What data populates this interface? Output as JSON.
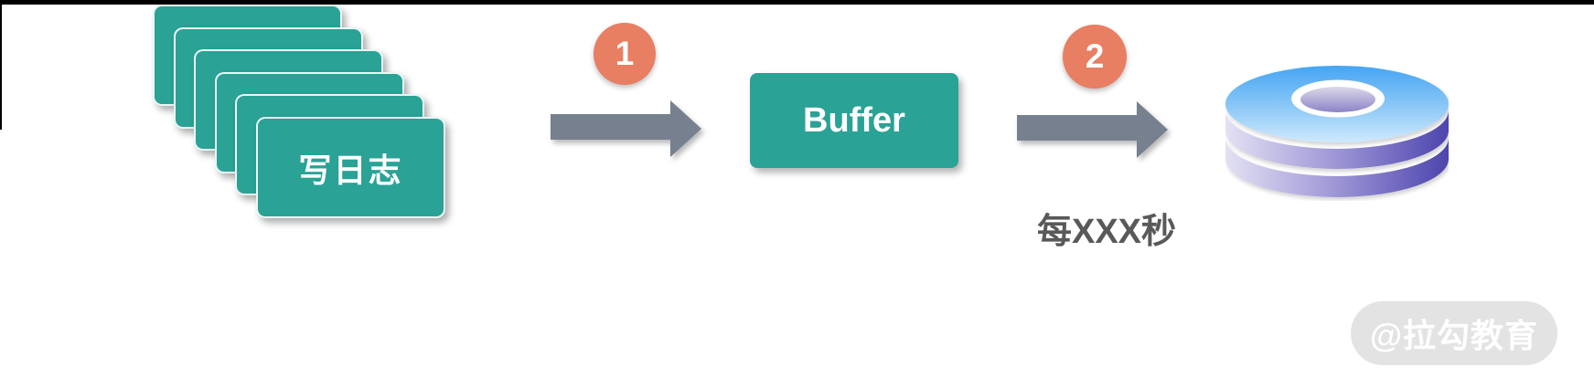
{
  "diagram": {
    "title_hint": "log write buffering flow",
    "log_stack": {
      "label": "写日志",
      "card_count": 6
    },
    "flow": {
      "step1": {
        "badge": "1"
      },
      "buffer": {
        "label": "Buffer"
      },
      "step2": {
        "badge": "2",
        "caption": "每XXX秒"
      },
      "storage": {
        "icon": "disk-stack-icon"
      }
    }
  },
  "watermark": {
    "text": "@拉勾教育"
  },
  "colors": {
    "teal": "#2aa296",
    "arrow_gray": "#76808F",
    "badge_coral": "#E87E62",
    "caption_gray": "#595959",
    "watermark_bg": "#e3e3e3",
    "watermark_text": "#ffffff",
    "disk_blue_top": "#45a5f3",
    "disk_blue_bottom": "#cfe9fc",
    "disk_purple_light": "#e3e1f3",
    "disk_purple_dark": "#4d45ad",
    "frame_bar": "#000000"
  }
}
